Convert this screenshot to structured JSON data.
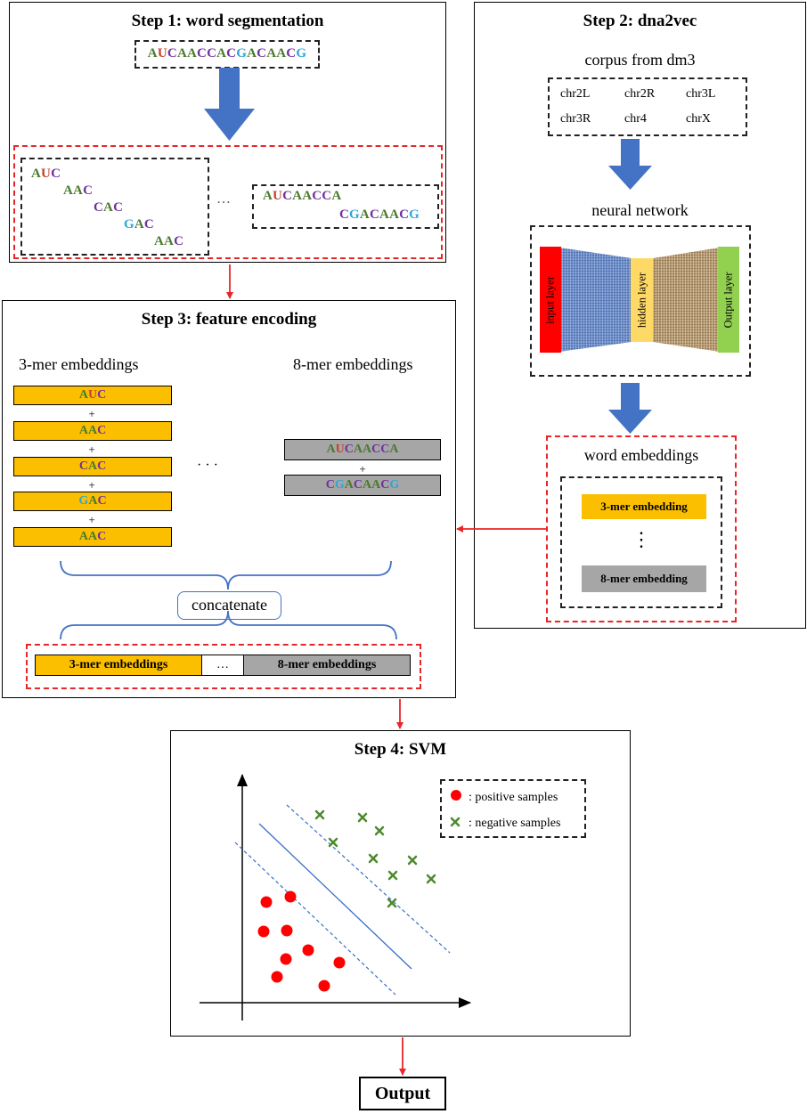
{
  "step1": {
    "title": "Step 1: word segmentation",
    "sequence": "AUCAACCACGACAACG",
    "kmers3": [
      "AUC",
      "AAC",
      "CAC",
      "GAC",
      "AAC"
    ],
    "ellipsis": "…",
    "kmers8": [
      "AUCAACCA",
      "CGACAACG"
    ]
  },
  "step2": {
    "title": "Step 2: dna2vec",
    "corpus_label": "corpus from dm3",
    "chromosomes": [
      "chr2L",
      "chr2R",
      "chr3L",
      "chr3R",
      "chr4",
      "chrX"
    ],
    "nn_label": "neural network",
    "layers": [
      "input layer",
      "hidden layer",
      "Output layer"
    ],
    "we_label": "word embeddings",
    "emb3": "3-mer embedding",
    "emb8": "8-mer embedding",
    "vdots": "⋮"
  },
  "step3": {
    "title": "Step 3: feature encoding",
    "label3": "3-mer embeddings",
    "label8": "8-mer embeddings",
    "bars3": [
      "AUC",
      "AAC",
      "CAC",
      "GAC",
      "AAC"
    ],
    "bars8": [
      "AUCAACCA",
      "CGACAACG"
    ],
    "plus": "+",
    "ellipsis": "· · ·",
    "concat_label": "concatenate",
    "final": [
      "3-mer embeddings",
      "…",
      "8-mer embeddings"
    ]
  },
  "step4": {
    "title": "Step 4: SVM",
    "legend_pos": ": positive samples",
    "legend_neg": ": negative samples"
  },
  "output_label": "Output",
  "colors": {
    "A": "#4a7a2c",
    "U": "#c8402a",
    "C": "#7030a0",
    "G": "#2ea6d8",
    "arrow_blue": "#4472c4",
    "red": "#e8262a",
    "yellow": "#fbbf00",
    "gray": "#a6a6a6",
    "svm_line": "#3b6fc4",
    "negative": "#4e8a2e"
  }
}
